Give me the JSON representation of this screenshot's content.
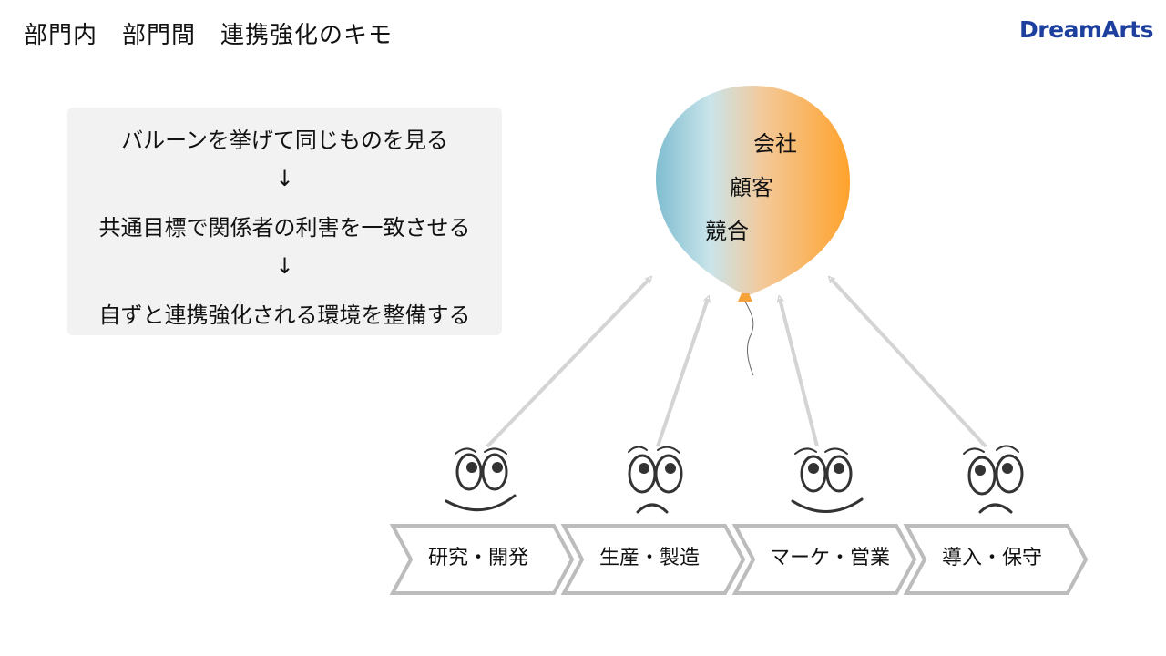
{
  "header": {
    "title": "部門内　部門間　連携強化のキモ",
    "logo": "DreamArts"
  },
  "steps_box": {
    "lines": [
      "バルーンを挙げて同じものを見る",
      "↓",
      "共通目標で関係者の利害を一致させる",
      "↓",
      "自ずと連携強化される環境を整備する"
    ]
  },
  "balloon": {
    "labels": [
      "会社",
      "顧客",
      "競合"
    ]
  },
  "departments": [
    {
      "label": "研究・開発",
      "mood": "smile"
    },
    {
      "label": "生産・製造",
      "mood": "frown"
    },
    {
      "label": "マーケ・営業",
      "mood": "smile"
    },
    {
      "label": "導入・保守",
      "mood": "frown"
    }
  ],
  "colors": {
    "balloon_left": "#7fbdd0",
    "balloon_right": "#ffa22c",
    "arrow": "#d4d4d4",
    "chevron_border": "#bcbcbc",
    "logo": "#1d3f9e"
  }
}
